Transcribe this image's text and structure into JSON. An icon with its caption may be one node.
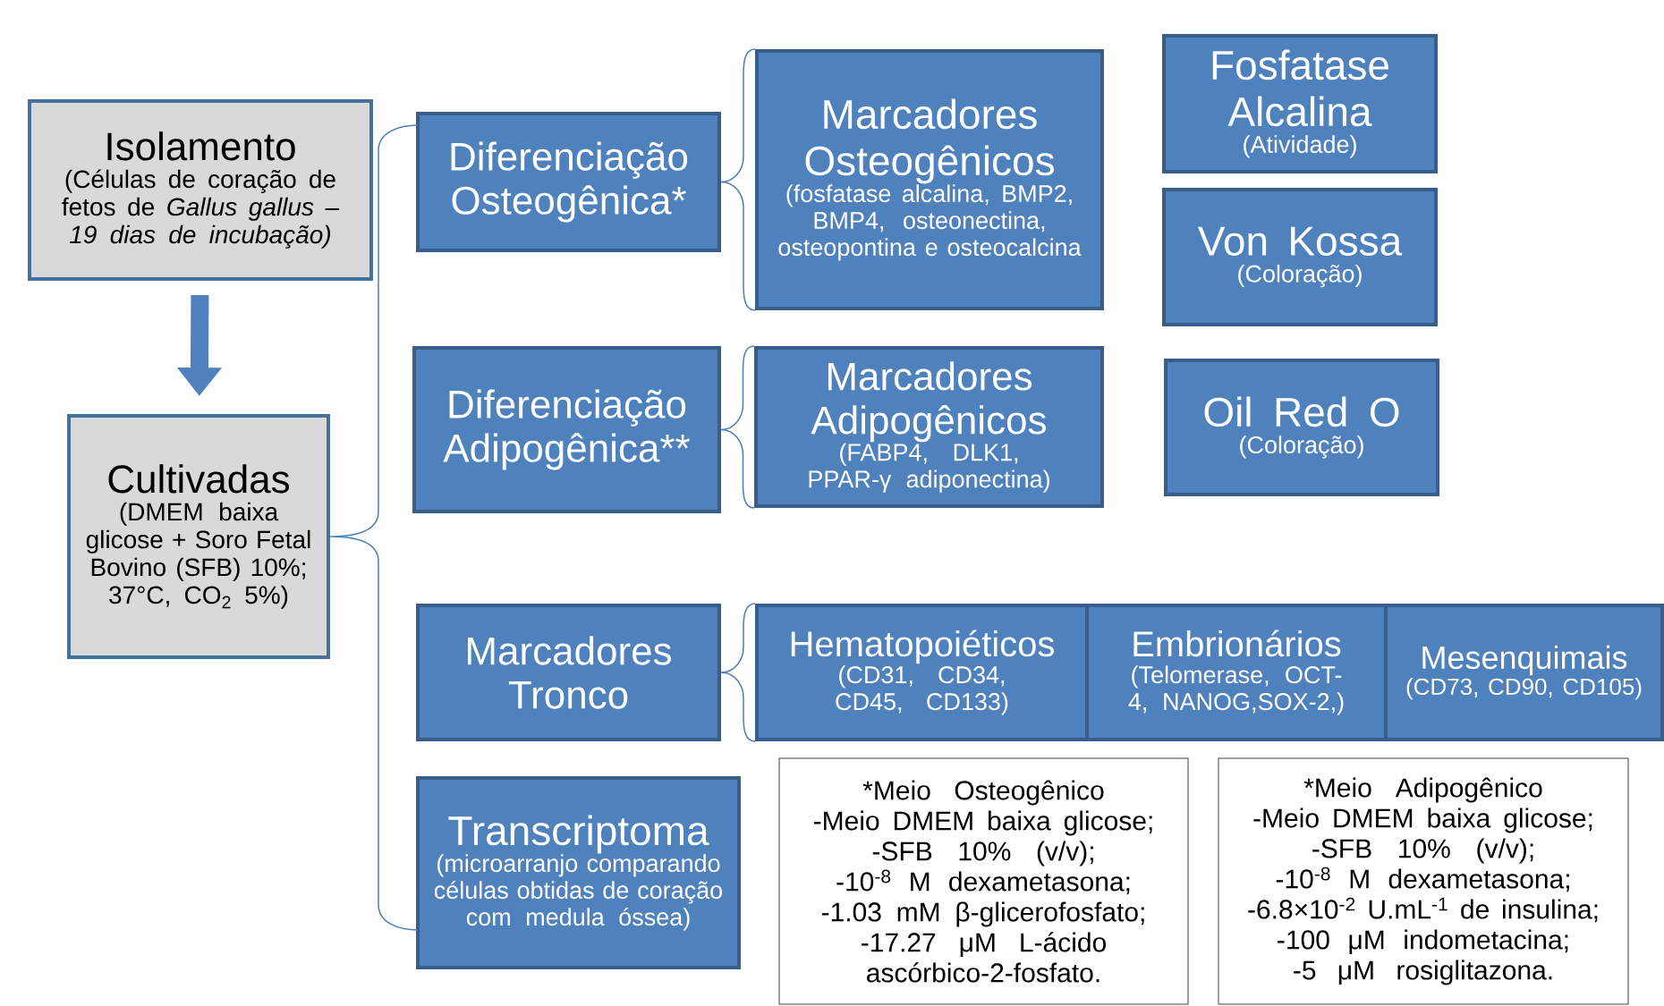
{
  "diagram": {
    "nodes": [
      {
        "text": [
          "Isolamento",
          "(Células de coração de fetos de *Gallus gallus – 19 dias de incubação)*"
        ]
      },
      {
        "text": [
          "Cultivadas",
          "(DMEM baixa glicose + Soro Fetal Bovino (SFB) 10%; 37°C, CO$_{2}$ 5%)"
        ]
      },
      {
        "text": [
          "Diferenciação Osteogênica*"
        ]
      },
      {
        "text": [
          "Marcadores Osteogênicos",
          "(fosfatase alcalina, BMP2, BMP4, osteonectina, osteopontina e osteocalcina"
        ]
      },
      {
        "text": [
          "Fosfatase Alcalina",
          "(Atividade)"
        ]
      },
      {
        "text": [
          "Von Kossa",
          "(Coloração)"
        ]
      },
      {
        "text": [
          "Diferenciação Adipogênica**"
        ]
      },
      {
        "text": [
          "Marcadores Adipogênicos",
          "(FABP4, DLK1, PPAR-γ adiponectina)"
        ]
      },
      {
        "text": [
          "Oil Red O",
          "(Coloração)"
        ]
      },
      {
        "text": [
          "Marcadores Tronco"
        ]
      },
      {
        "text": [
          "Hematopoiéticos",
          "(CD31, CD34, CD45, CD133)"
        ]
      },
      {
        "text": [
          "Embrionários",
          "(Telomerase, OCT-4, NANOG,SOX-2,)"
        ]
      },
      {
        "text": [
          "Mesenquimais",
          "(CD73, CD90, CD105)"
        ]
      },
      {
        "text": [
          "Transcriptoma",
          "(microarranjo comparando células obtidas de coração com medula óssea)"
        ]
      },
      {
        "text": [
          "*Meio Osteogênico",
          "-Meio DMEM baixa glicose;",
          "-SFB 10% (v/v);",
          "-10$^{-8}$ M dexametasona;",
          "-1.03 mM β-glicerofosfato;",
          "-17.27 μM L-ácido ascórbico-2-fosfato."
        ]
      },
      {
        "text": [
          "*Meio Adipogênico",
          "-Meio DMEM baixa glicose;",
          "-SFB 10% (v/v);",
          "-10$^{-8}$ M dexametasona;",
          "-6.8×10$^{-2}$ U.mL$^{-1}$ de insulina;",
          "-100 μM indometacina;",
          "-5 μM rosiglitazona."
        ]
      }
    ],
    "edges": [
      {
        "from": 0,
        "to": 1,
        "arrow": "to",
        "style": "thick"
      },
      {
        "from": 1,
        "to": 2,
        "arrow": "none"
      },
      {
        "from": 1,
        "to": 13,
        "arrow": "none"
      },
      {
        "from": 2,
        "to": 3,
        "arrow": "none"
      },
      {
        "from": 6,
        "to": 7,
        "arrow": "none"
      },
      {
        "from": 9,
        "to": 10,
        "arrow": "none"
      }
    ]
  }
}
